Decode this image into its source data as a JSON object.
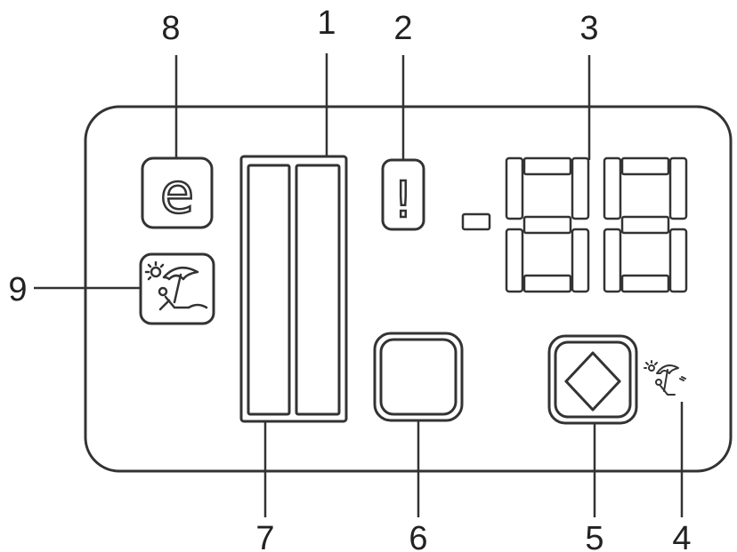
{
  "callouts": [
    {
      "id": "1",
      "text": "1"
    },
    {
      "id": "2",
      "text": "2"
    },
    {
      "id": "3",
      "text": "3"
    },
    {
      "id": "4",
      "text": "4"
    },
    {
      "id": "5",
      "text": "5"
    },
    {
      "id": "6",
      "text": "6"
    },
    {
      "id": "7",
      "text": "7"
    },
    {
      "id": "8",
      "text": "8"
    },
    {
      "id": "9",
      "text": "9"
    }
  ],
  "buttons": {
    "eco_label": "e",
    "alarm_label": "!"
  },
  "display": {
    "sign": "-"
  },
  "icons": {
    "holiday": "beach-umbrella-icon",
    "holiday_indicator": "beach-umbrella-indicator-icon",
    "up_down": "up-down-arrows-icon",
    "alarm": "exclamation-icon",
    "eco": "eco-e-icon"
  },
  "colors": {
    "outline": "#333333",
    "fill": "#ffffff"
  }
}
